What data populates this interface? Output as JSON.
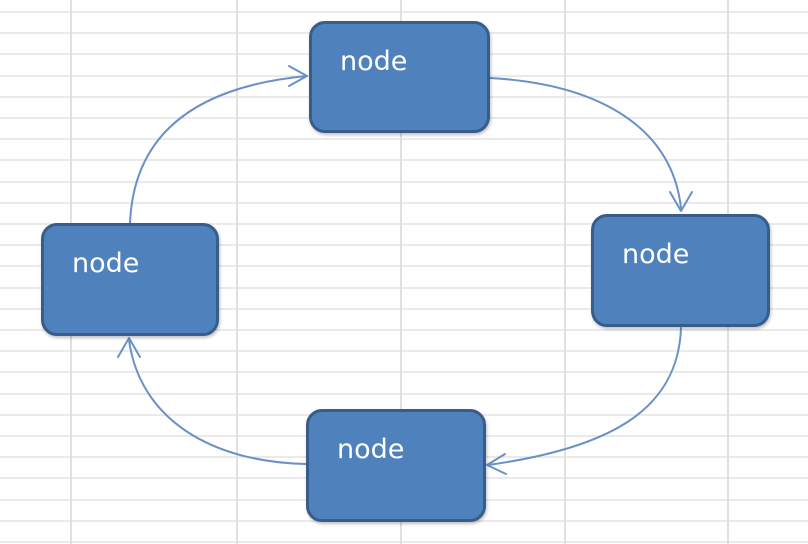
{
  "diagram": {
    "type": "cycle",
    "colors": {
      "node_fill": "#4f81bd",
      "node_border": "#385d8a",
      "node_text": "#ffffff",
      "connector": "#6a91c6",
      "gridline": "#d9d9d9"
    },
    "nodes": [
      {
        "id": "top",
        "label": "node"
      },
      {
        "id": "right",
        "label": "node"
      },
      {
        "id": "bottom",
        "label": "node"
      },
      {
        "id": "left",
        "label": "node"
      }
    ],
    "edges": [
      {
        "from": "top",
        "to": "right"
      },
      {
        "from": "right",
        "to": "bottom"
      },
      {
        "from": "bottom",
        "to": "left"
      },
      {
        "from": "left",
        "to": "top"
      }
    ]
  }
}
